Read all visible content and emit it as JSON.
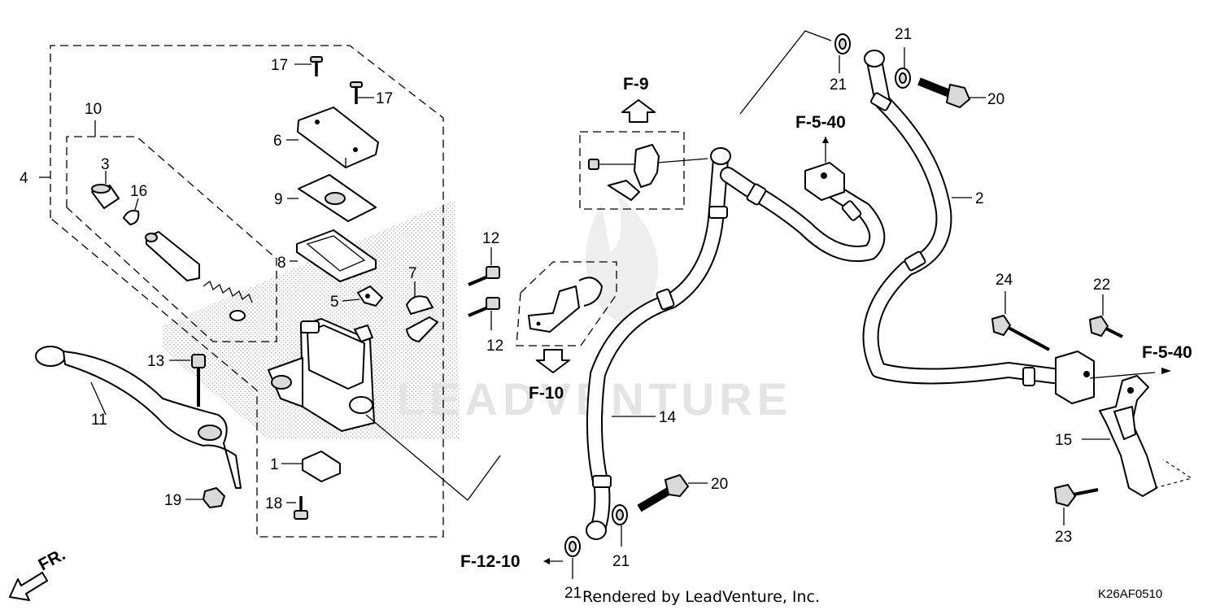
{
  "diagram": {
    "watermark": "LEADVENTURE",
    "footer_text": "Rendered by LeadVenture, Inc.",
    "diagram_code": "K26AF0510",
    "direction_label": "FR.",
    "refs": {
      "f9": "F-9",
      "f10": "F-10",
      "f540_top": "F-5-40",
      "f540_right": "F-5-40",
      "f1210": "F-12-10"
    },
    "callouts": {
      "c1": "1",
      "c2": "2",
      "c3": "3",
      "c4": "4",
      "c5": "5",
      "c6": "6",
      "c7": "7",
      "c8": "8",
      "c9": "9",
      "c10": "10",
      "c11": "11",
      "c12a": "12",
      "c12b": "12",
      "c13": "13",
      "c14": "14",
      "c15": "15",
      "c16": "16",
      "c17a": "17",
      "c17b": "17",
      "c18": "18",
      "c19": "19",
      "c20a": "20",
      "c20b": "20",
      "c21a": "21",
      "c21b": "21",
      "c21c": "21",
      "c21d": "21",
      "c22": "22",
      "c23": "23",
      "c24": "24"
    }
  }
}
